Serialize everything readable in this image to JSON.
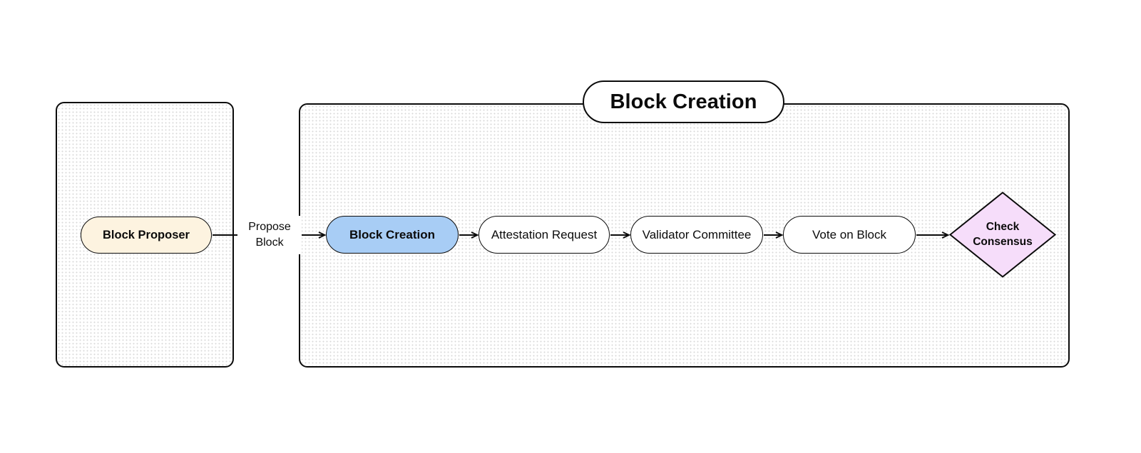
{
  "diagram": {
    "type": "flowchart",
    "direction": "left-to-right",
    "subgraphs": [
      {
        "id": "proposer",
        "title": "",
        "nodes": [
          "block-proposer"
        ]
      },
      {
        "id": "block-creation",
        "title": "Block Creation",
        "nodes": [
          "block-creation",
          "attestation-request",
          "validator-committee",
          "vote-on-block",
          "check-consensus"
        ]
      }
    ],
    "nodes": [
      {
        "id": "block-proposer",
        "label": "Block Proposer",
        "shape": "stadium",
        "fill": "#fdf3e0",
        "stroke": "#0b0b0b",
        "bold": true
      },
      {
        "id": "block-creation",
        "label": "Block Creation",
        "shape": "stadium",
        "fill": "#a8cdf5",
        "stroke": "#0b0b0b",
        "bold": true
      },
      {
        "id": "attestation-request",
        "label": "Attestation Request",
        "shape": "stadium",
        "fill": "#ffffff",
        "stroke": "#0b0b0b",
        "bold": false
      },
      {
        "id": "validator-committee",
        "label": "Validator Committee",
        "shape": "stadium",
        "fill": "#ffffff",
        "stroke": "#0b0b0b",
        "bold": false
      },
      {
        "id": "vote-on-block",
        "label": "Vote on Block",
        "shape": "stadium",
        "fill": "#ffffff",
        "stroke": "#0b0b0b",
        "bold": false
      },
      {
        "id": "check-consensus",
        "label": "Check\nConsensus",
        "shape": "diamond",
        "fill": "#f6ddfa",
        "stroke": "#0b0b0b",
        "bold": true
      }
    ],
    "edges": [
      {
        "id": "propose-block",
        "from": "block-proposer",
        "to": "block-creation",
        "label": "Propose\nBlock",
        "arrow": "open"
      },
      {
        "id": "creation-to-attestation",
        "from": "block-creation",
        "to": "attestation-request",
        "label": "",
        "arrow": "open"
      },
      {
        "id": "attestation-to-validator",
        "from": "attestation-request",
        "to": "validator-committee",
        "label": "",
        "arrow": "open"
      },
      {
        "id": "validator-to-vote",
        "from": "validator-committee",
        "to": "vote-on-block",
        "label": "",
        "arrow": "open"
      },
      {
        "id": "vote-to-consensus",
        "from": "vote-on-block",
        "to": "check-consensus",
        "label": "",
        "arrow": "open"
      }
    ],
    "colors": {
      "background": "#ffffff",
      "container_fill_dots": "#d9d9d9",
      "stroke": "#0b0b0b",
      "node_cream": "#fdf3e0",
      "node_blue": "#a8cdf5",
      "node_white": "#ffffff",
      "node_pink": "#f6ddfa"
    }
  }
}
